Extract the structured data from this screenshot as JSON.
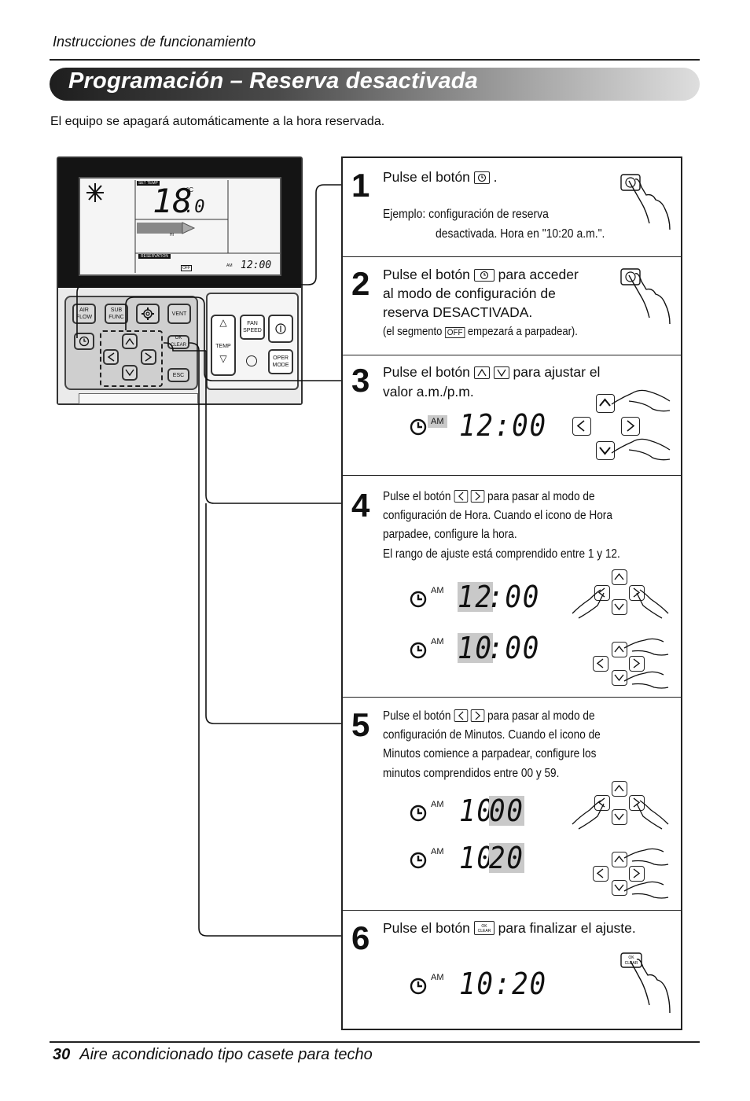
{
  "header": {
    "running_head": "Instrucciones de funcionamiento",
    "title": "Programación – Reserva desactivada",
    "intro": "El equipo se apagará automáticamente a la hora reservada."
  },
  "remote": {
    "lcd": {
      "set_temp_label": "SET TEMP",
      "temperature": "18",
      "temperature_decimal": ".0",
      "unit": "°C",
      "fan_level": "HI",
      "reservation_label": "RESERVATION",
      "off_label": "OFF",
      "am_label": "AM",
      "time": "12:00"
    },
    "buttons": {
      "air_flow": "AIR FLOW",
      "sub_func": "SUB FUNC",
      "vent": "VENT",
      "ok_clear": "OK CLEAR",
      "esc": "ESC",
      "temp": "TEMP",
      "fan_speed": "FAN SPEED",
      "oper_mode": "OPER MODE"
    }
  },
  "steps": [
    {
      "number": "1",
      "line1_pre": "Pulse el botón",
      "line1_post": ".",
      "example_line1": "Ejemplo: configuración de reserva",
      "example_line2": "desactivada. Hora en \"10:20 a.m.\"."
    },
    {
      "number": "2",
      "line1_pre": "Pulse el botón",
      "line1_post": "para acceder",
      "line2": "al modo de configuración de",
      "line3": "reserva DESACTIVADA.",
      "note_pre": "(el segmento",
      "note_off": "OFF",
      "note_post": "empezará a parpadear)."
    },
    {
      "number": "3",
      "line1_pre": "Pulse el botón",
      "line1_post": "para ajustar el",
      "line2": "valor a.m./p.m.",
      "display_am": "AM",
      "display_time": "12:00"
    },
    {
      "number": "4",
      "line1_pre": "Pulse el botón",
      "line1_post": "para pasar al modo de",
      "line2": "configuración de Hora. Cuando el icono de Hora",
      "line3": "parpadee, configure la hora.",
      "line4": "El rango de ajuste está comprendido entre 1 y 12.",
      "display1_am": "AM",
      "display1_hour": "12",
      "display1_min": ":00",
      "display2_am": "AM",
      "display2_hour": "10",
      "display2_min": ":00"
    },
    {
      "number": "5",
      "line1_pre": "Pulse el botón",
      "line1_post": "para pasar al modo de",
      "line2": "configuración de Minutos. Cuando el icono de",
      "line3": "Minutos comience a parpadear, configure los",
      "line4": "minutos comprendidos entre 00 y 59.",
      "display1_am": "AM",
      "display1_hour": "10:",
      "display1_min": "00",
      "display2_am": "AM",
      "display2_hour": "10:",
      "display2_min": "20"
    },
    {
      "number": "6",
      "line1_pre": "Pulse el botón",
      "line1_post": "para finalizar el ajuste.",
      "display_am": "AM",
      "display_time": "10:20"
    }
  ],
  "footer": {
    "page_number": "30",
    "text": "Aire acondicionado tipo casete para techo"
  }
}
